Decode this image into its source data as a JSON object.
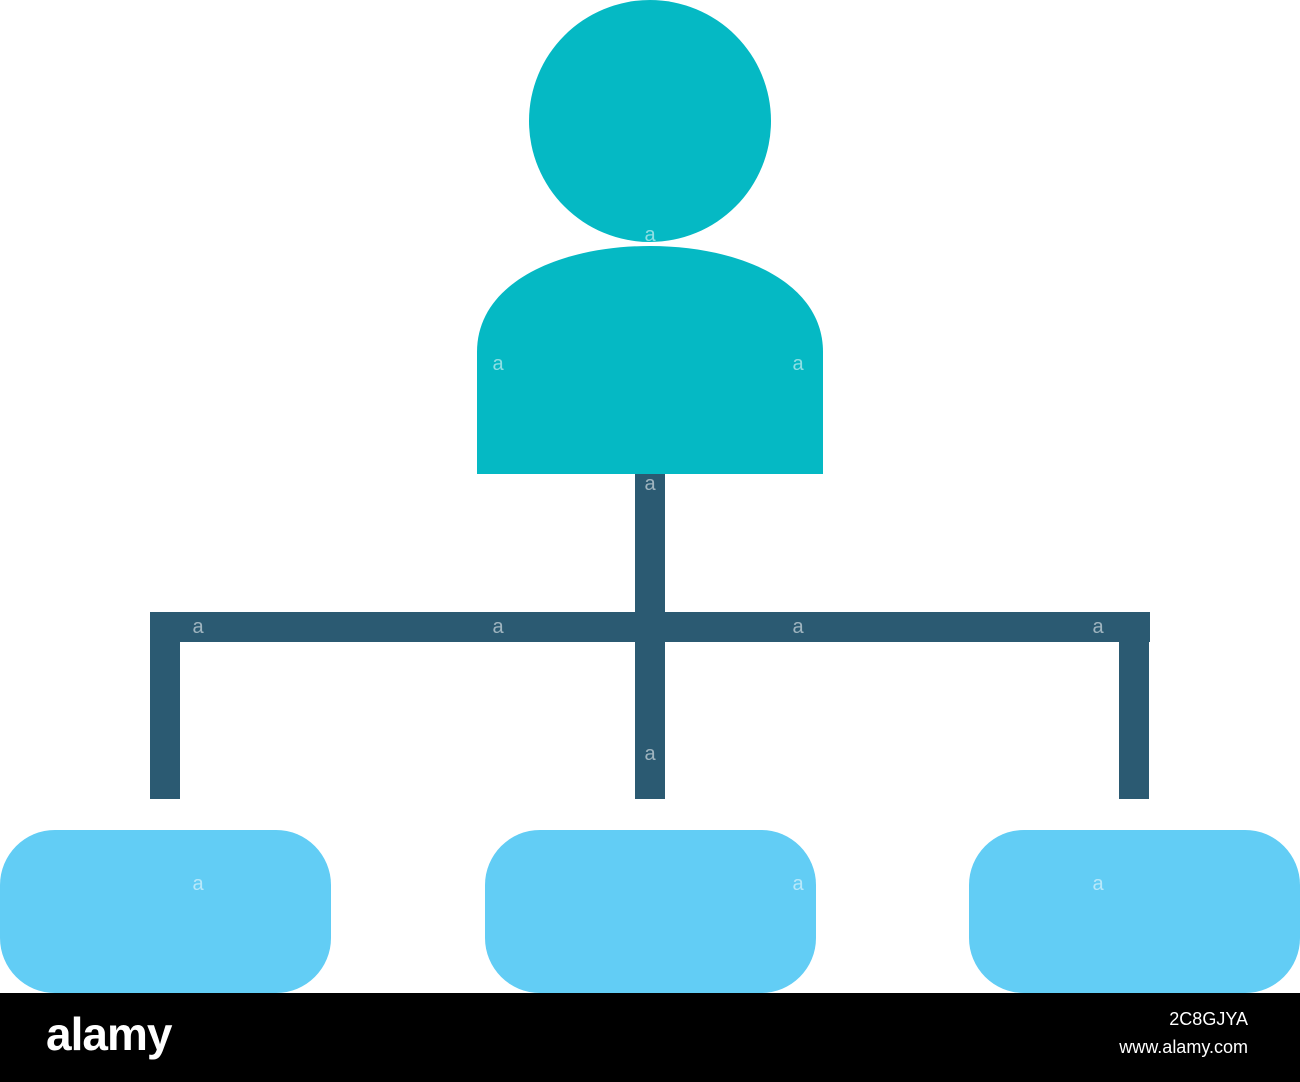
{
  "colors": {
    "person": "#05b9c4",
    "connector": "#2b5a72",
    "child_box": "#62cdf5",
    "background": "#ffffff",
    "footer_bg": "#000000",
    "footer_text": "#ffffff"
  },
  "diagram": {
    "root_icon": "person-icon",
    "children_count": 3
  },
  "watermark": {
    "mark": "a"
  },
  "footer": {
    "logo": "alamy",
    "image_id": "2C8GJYA",
    "url": "www.alamy.com"
  }
}
